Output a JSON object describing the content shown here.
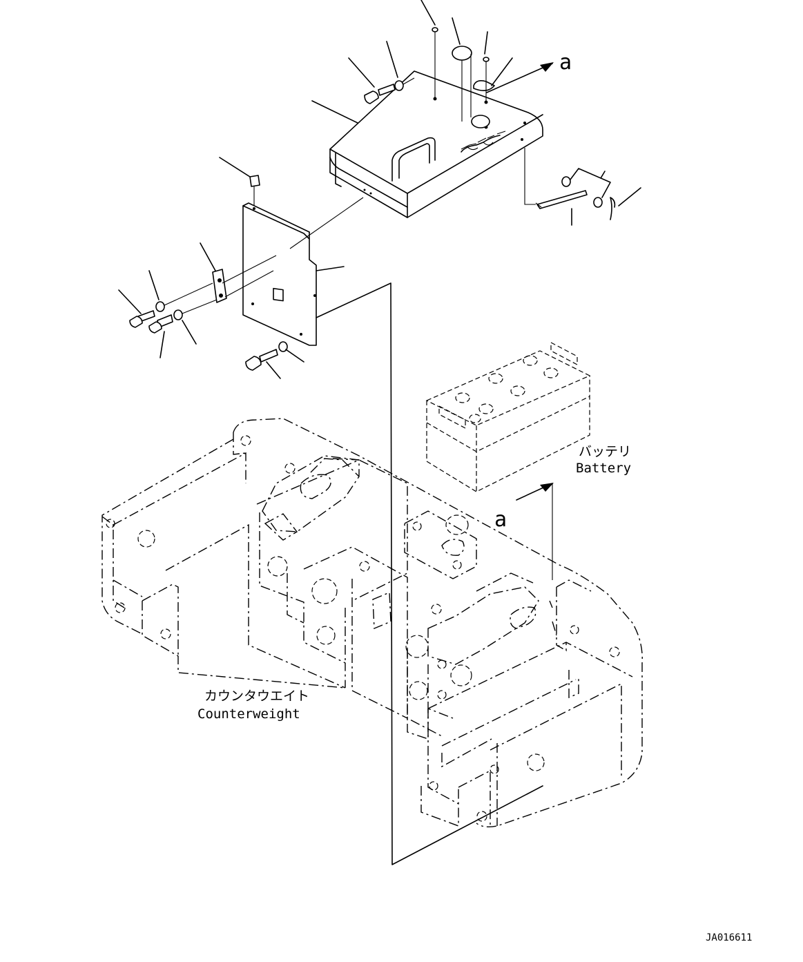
{
  "labels": {
    "view_marker_top": "a",
    "view_marker_bottom": "a",
    "battery_jp": "バッテリ",
    "battery_en": "Battery",
    "counterweight_jp": "カウンタウエイト",
    "counterweight_en": "Counterweight",
    "drawing_number": "JA016611"
  }
}
